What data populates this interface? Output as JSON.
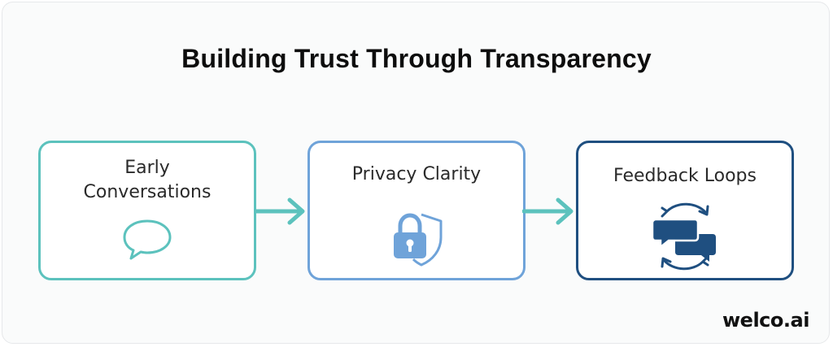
{
  "title": "Building Trust Through Transparency",
  "steps": [
    {
      "line1": "Early",
      "line2": "Conversations",
      "icon": "speech-bubble-icon",
      "color": "#5cc2bd"
    },
    {
      "line1": "Privacy Clarity",
      "icon": "lock-shield-icon",
      "color": "#6fa3d9"
    },
    {
      "line1": "Feedback Loops",
      "icon": "feedback-loop-chat-icon",
      "color": "#1f4f80"
    }
  ],
  "arrow_color": "#5cc2bd",
  "brand": "welco.ai"
}
